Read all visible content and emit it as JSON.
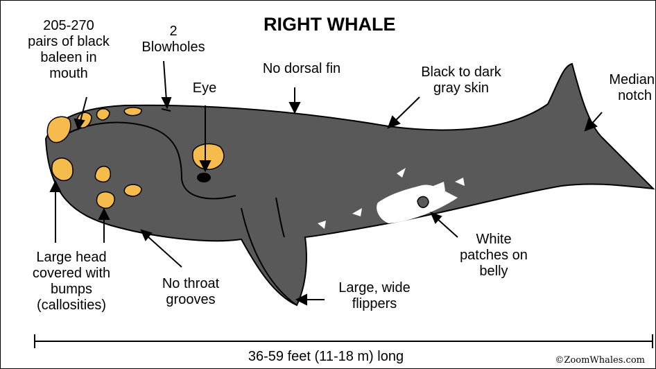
{
  "title": "RIGHT WHALE",
  "colors": {
    "body": "#595959",
    "callosity": "#f5bb4c",
    "patch": "#ffffff",
    "outline": "#000000"
  },
  "labels": {
    "baleen": [
      "205-270",
      "pairs of black",
      "baleen in",
      "mouth"
    ],
    "blowholes": [
      "2",
      "Blowholes"
    ],
    "eye": "Eye",
    "dorsal": "No dorsal fin",
    "skin": [
      "Black to dark",
      "gray skin"
    ],
    "notch": [
      "Median",
      "notch"
    ],
    "head": [
      "Large head",
      "covered with",
      "bumps",
      "(callosities)"
    ],
    "throat": [
      "No throat",
      "grooves"
    ],
    "flippers": [
      "Large, wide",
      "flippers"
    ],
    "belly": [
      "White",
      "patches on",
      "belly"
    ]
  },
  "length": "36-59 feet (11-18 m) long",
  "credit": "©ZoomWhales.com"
}
